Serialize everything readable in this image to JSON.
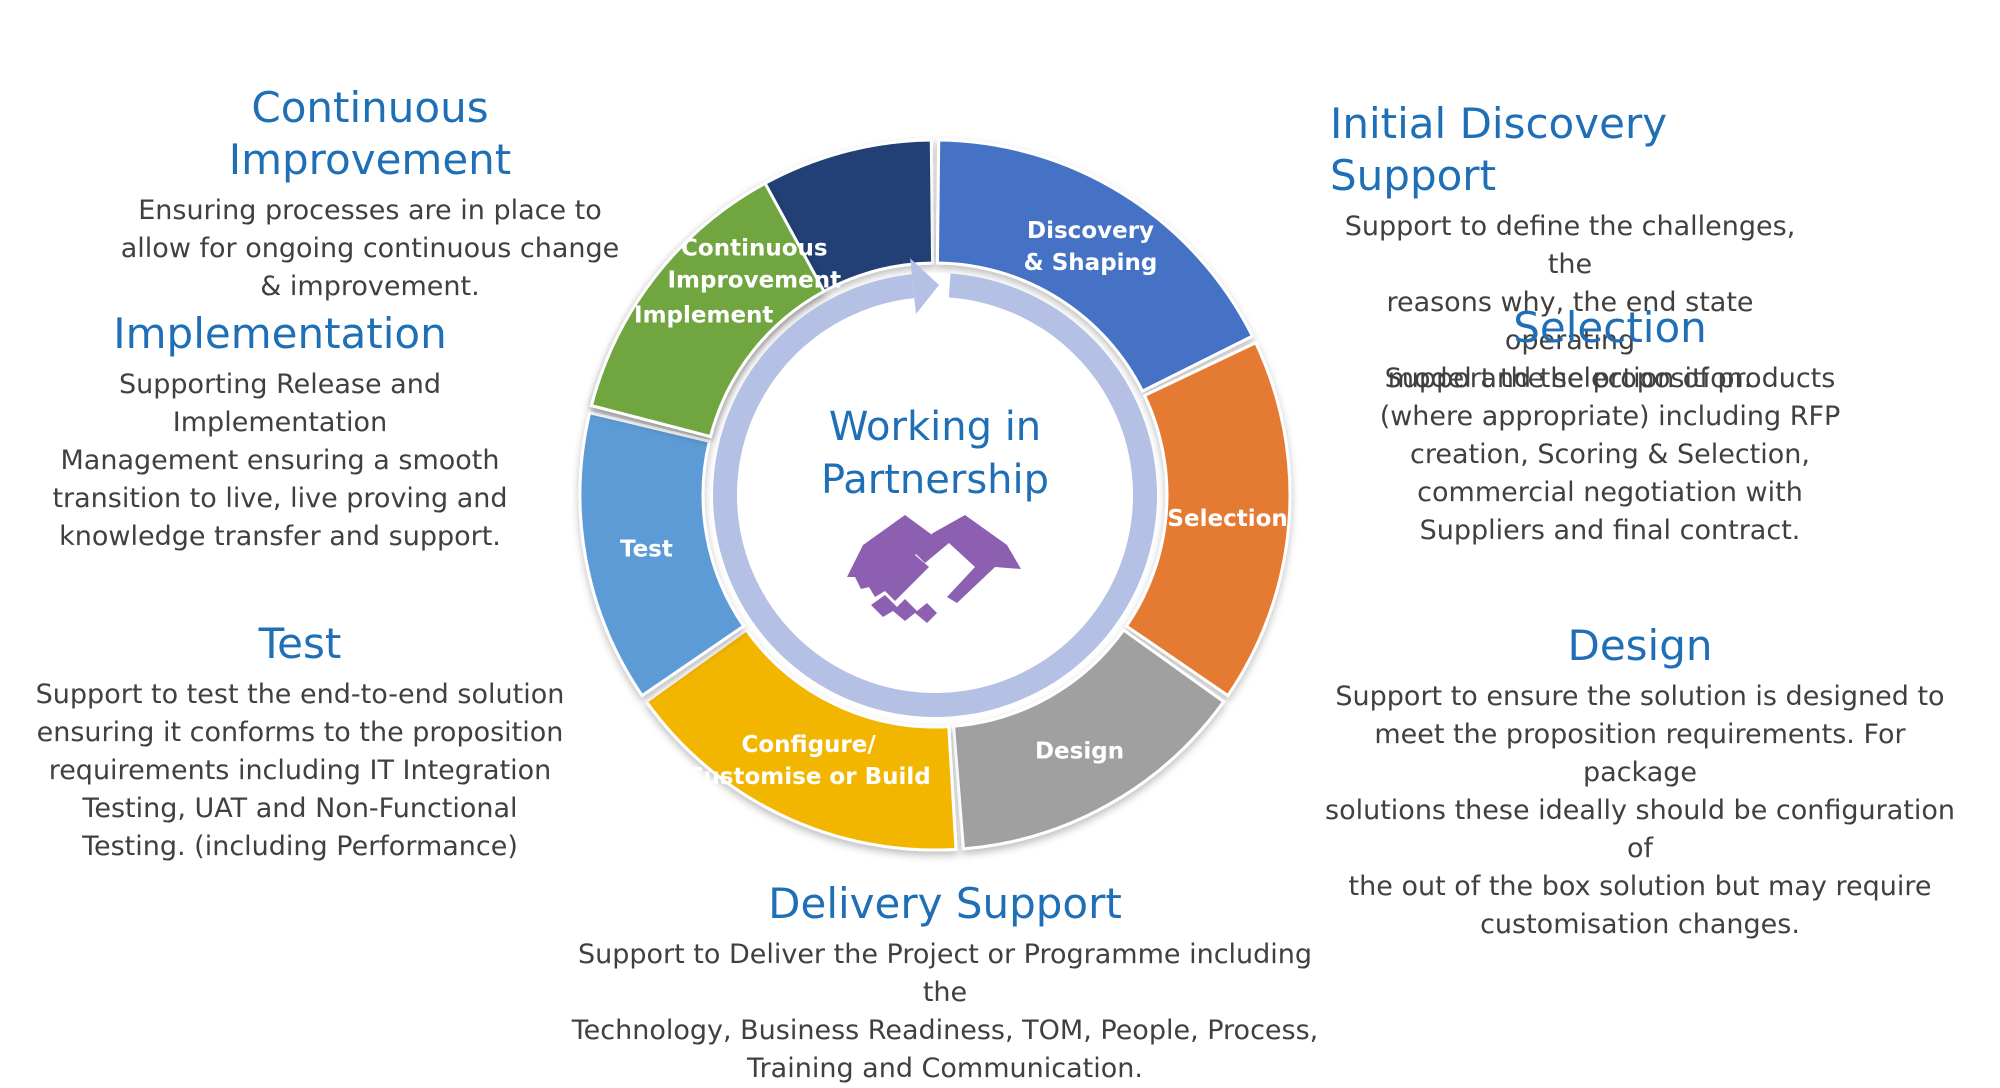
{
  "center": {
    "line1": "Working in",
    "line2": "Partnership",
    "icon": "handshake-icon",
    "icon_color": "#8c5fb0"
  },
  "segments": [
    {
      "id": "continuous-improvement",
      "lines": [
        "Continuous",
        "Improvement"
      ],
      "color": "#233f74"
    },
    {
      "id": "discovery",
      "lines": [
        "Discovery",
        "& Shaping"
      ],
      "color": "#4472c4"
    },
    {
      "id": "selection",
      "lines": [
        "Selection"
      ],
      "color": "#e57a30"
    },
    {
      "id": "design",
      "lines": [
        "Design"
      ],
      "color": "#a0a0a0"
    },
    {
      "id": "configure",
      "lines": [
        "Configure/",
        "Customise or Build"
      ],
      "color": "#f3b600"
    },
    {
      "id": "test",
      "lines": [
        "Test"
      ],
      "color": "#5b9bd5"
    },
    {
      "id": "implement",
      "lines": [
        "Implement"
      ],
      "color": "#6fa53f"
    }
  ],
  "blocks": {
    "continuous_improvement": {
      "title": "Continuous Improvement",
      "lines": [
        "Ensuring processes are in place to",
        "allow for ongoing continuous change",
        "& improvement."
      ]
    },
    "implementation": {
      "title": "Implementation",
      "lines": [
        "Supporting Release and Implementation",
        "Management ensuring a smooth",
        "transition to live, live proving and",
        "knowledge transfer and support."
      ]
    },
    "test": {
      "title": "Test",
      "lines": [
        "Support to test the end-to-end solution",
        "ensuring it conforms to the proposition",
        "requirements including IT Integration",
        "Testing, UAT and Non-Functional",
        "Testing. (including Performance)"
      ]
    },
    "initial_discovery": {
      "title": "Initial Discovery Support",
      "lines": [
        "Support to define the challenges, the",
        "reasons why, the end state operating",
        "model and the proposition."
      ]
    },
    "selection": {
      "title": "Selection",
      "lines": [
        "Support the selection of products",
        "(where appropriate) including RFP",
        "creation, Scoring & Selection,",
        "commercial negotiation with",
        "Suppliers and final contract."
      ]
    },
    "design": {
      "title": "Design",
      "lines": [
        "Support to ensure the solution is designed to",
        "meet the proposition requirements. For package",
        "solutions these ideally should be configuration of",
        "the out of the box solution but may require",
        "customisation changes."
      ]
    },
    "delivery": {
      "title": "Delivery Support",
      "lines": [
        "Support to Deliver the Project or Programme including the",
        "Technology, Business Readiness, TOM, People, Process,",
        "Training and Communication."
      ]
    }
  }
}
